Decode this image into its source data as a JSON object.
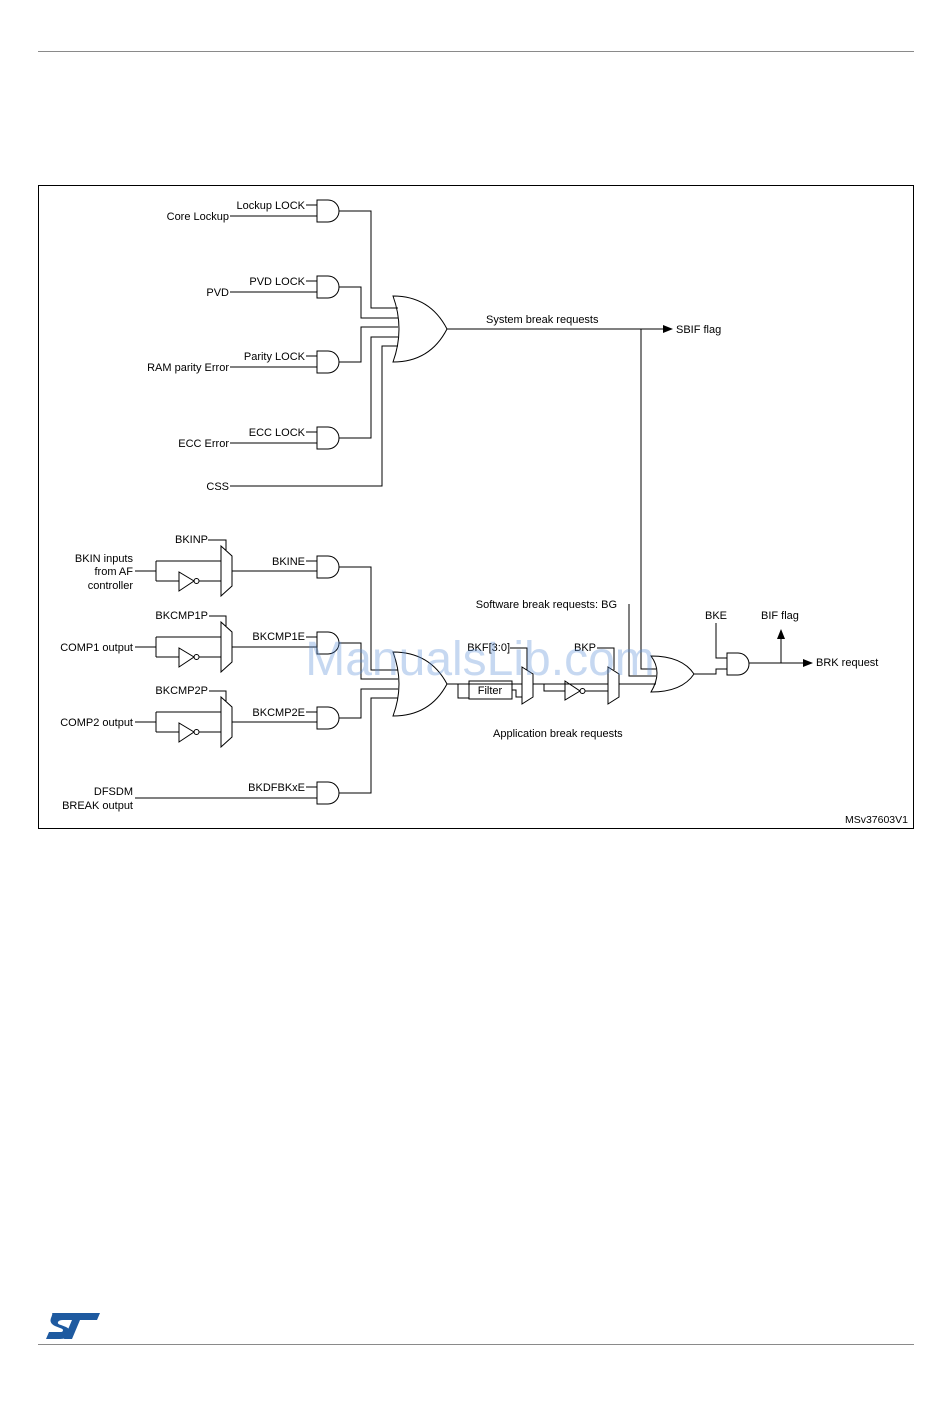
{
  "colors": {
    "logo": "#1e5aa0",
    "watermark": "#5b8fd6",
    "rule": "#8a8a8a"
  },
  "logo": {
    "text": "ST"
  },
  "watermark": "ManualsLib.com",
  "diagram": {
    "reference": "MSv37603V1",
    "system": {
      "inputs": [
        "Core Lockup",
        "PVD",
        "RAM parity Error",
        "ECC Error",
        "CSS"
      ],
      "enables": [
        "Lockup LOCK",
        "PVD LOCK",
        "Parity LOCK",
        "ECC LOCK"
      ],
      "output_label": "System break requests",
      "flag": "SBIF flag"
    },
    "application": {
      "bkin": [
        "BKIN inputs",
        "from AF",
        "controller"
      ],
      "comp1": "COMP1 output",
      "comp2": "COMP2 output",
      "dfsdm": [
        "DFSDM",
        "BREAK output"
      ],
      "polarities": [
        "BKINP",
        "BKCMP1P",
        "BKCMP2P"
      ],
      "enables": [
        "BKINE",
        "BKCMP1E",
        "BKCMP2E",
        "BKDFBKxE"
      ],
      "bkf": "BKF[3:0]",
      "filter": "Filter",
      "bkp": "BKP",
      "label": "Application break requests"
    },
    "software": "Software break requests: BG",
    "bke": "BKE",
    "bif": "BIF flag",
    "brk": "BRK request"
  }
}
